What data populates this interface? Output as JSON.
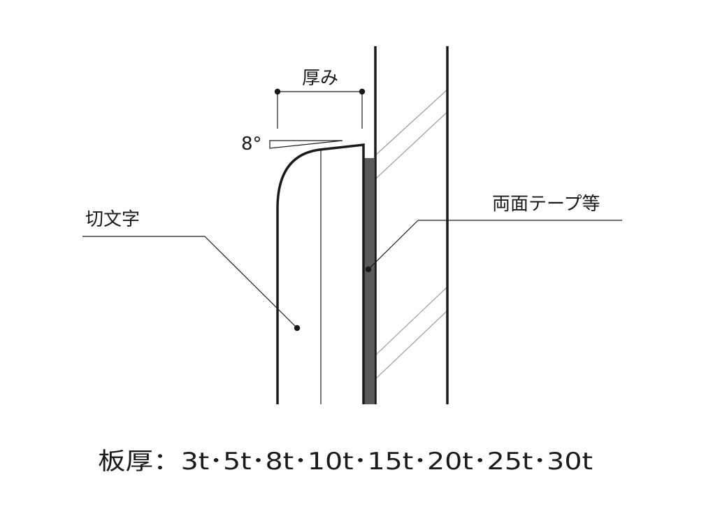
{
  "labels": {
    "thickness": "厚み",
    "angle": "8°",
    "cut_letter": "切文字",
    "tape": "両面テープ等",
    "plate_thickness_caption": "板厚：3t･5t･8t･10t･15t･20t･25t･30t"
  }
}
